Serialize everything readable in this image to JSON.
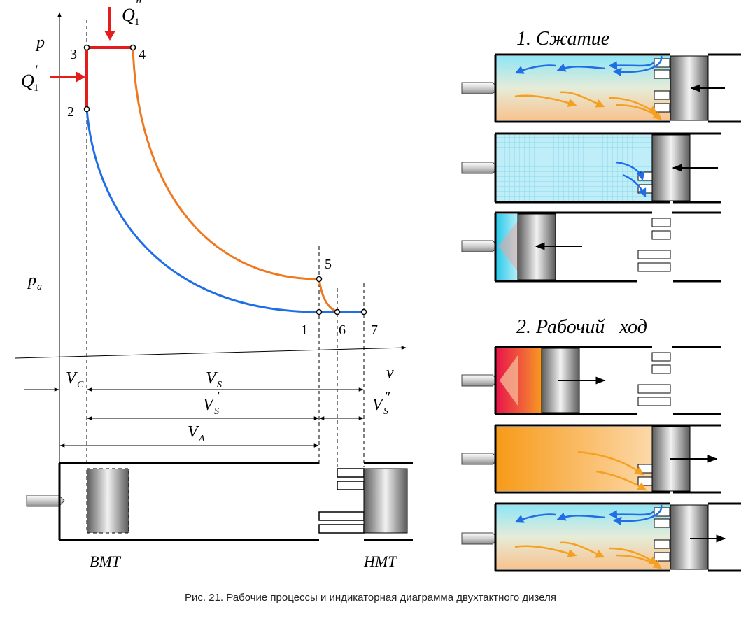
{
  "caption": "Рис. 21. Рабочие процессы и индикаторная диаграмма двухтактного дизеля",
  "diagram": {
    "axis_p": "p",
    "axis_v": "v",
    "p_a": "p",
    "p_a_sub": "a",
    "Q1_prime": "Q",
    "Q1_prime_sub": "1",
    "Q1_prime_mark": "′",
    "Q1_double_prime": "Q",
    "Q1_double_prime_sub": "1",
    "Q1_double_prime_mark": "″",
    "point_labels": [
      "1",
      "2",
      "3",
      "4",
      "5",
      "6",
      "7"
    ],
    "V_C": "V",
    "V_C_sub": "C",
    "V_S": "V",
    "V_S_sub": "S",
    "V_S_prime": "V",
    "V_S_prime_sub": "S",
    "V_S_prime_mark": "′",
    "V_S_double_prime": "V",
    "V_S_double_prime_sub": "S",
    "V_S_double_prime_mark": "″",
    "V_A": "V",
    "V_A_sub": "A",
    "BMT": "ВМТ",
    "HMT": "НМТ"
  },
  "panels": {
    "compression_title": "1. Сжатие",
    "power_stroke_title": "2. Рабочий   ход"
  },
  "colors": {
    "compression_curve": "#1f6ee8",
    "expansion_curve": "#f07820",
    "heat_supply": "#e51c1c",
    "fresh_air": "#4ad3ee",
    "burning_gas": "#f59a1c"
  }
}
